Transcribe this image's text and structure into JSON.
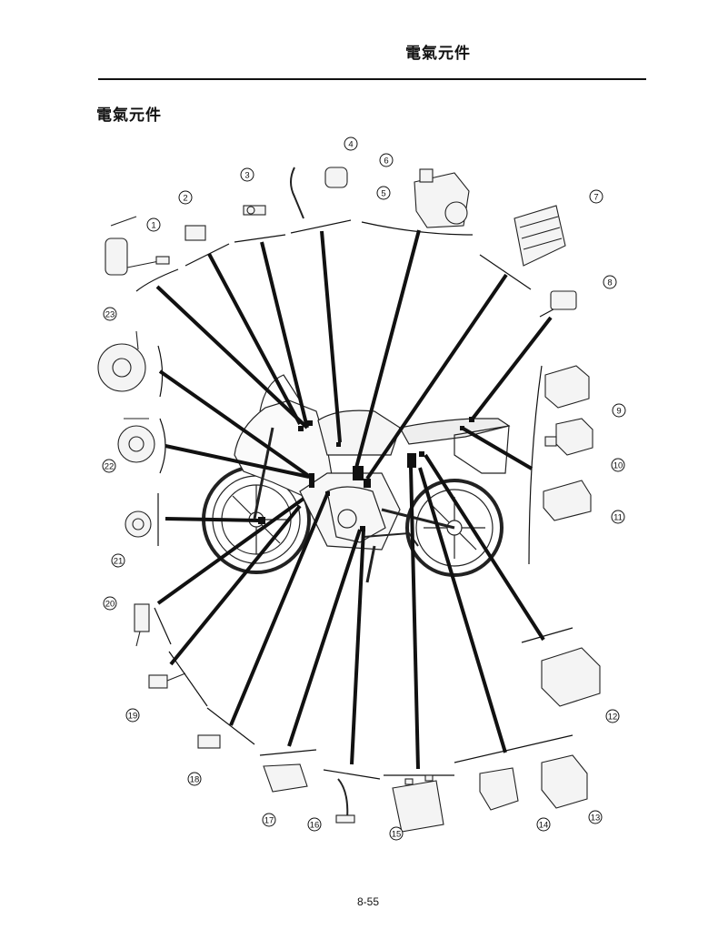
{
  "header": {
    "title": "電氣元件"
  },
  "section": {
    "title": "電氣元件"
  },
  "footer": {
    "page_number": "8-55"
  },
  "diagram": {
    "callouts": [
      {
        "id": 1,
        "label": "1"
      },
      {
        "id": 2,
        "label": "2"
      },
      {
        "id": 3,
        "label": "3"
      },
      {
        "id": 4,
        "label": "4"
      },
      {
        "id": 5,
        "label": "5"
      },
      {
        "id": 6,
        "label": "6"
      },
      {
        "id": 7,
        "label": "7"
      },
      {
        "id": 8,
        "label": "8"
      },
      {
        "id": 9,
        "label": "9"
      },
      {
        "id": 10,
        "label": "10"
      },
      {
        "id": 11,
        "label": "11"
      },
      {
        "id": 12,
        "label": "12"
      },
      {
        "id": 13,
        "label": "13"
      },
      {
        "id": 14,
        "label": "14"
      },
      {
        "id": 15,
        "label": "15"
      },
      {
        "id": 16,
        "label": "16"
      },
      {
        "id": 17,
        "label": "17"
      },
      {
        "id": 18,
        "label": "18"
      },
      {
        "id": 19,
        "label": "19"
      },
      {
        "id": 20,
        "label": "20"
      },
      {
        "id": 21,
        "label": "21"
      },
      {
        "id": 22,
        "label": "22"
      },
      {
        "id": 23,
        "label": "23"
      }
    ]
  }
}
